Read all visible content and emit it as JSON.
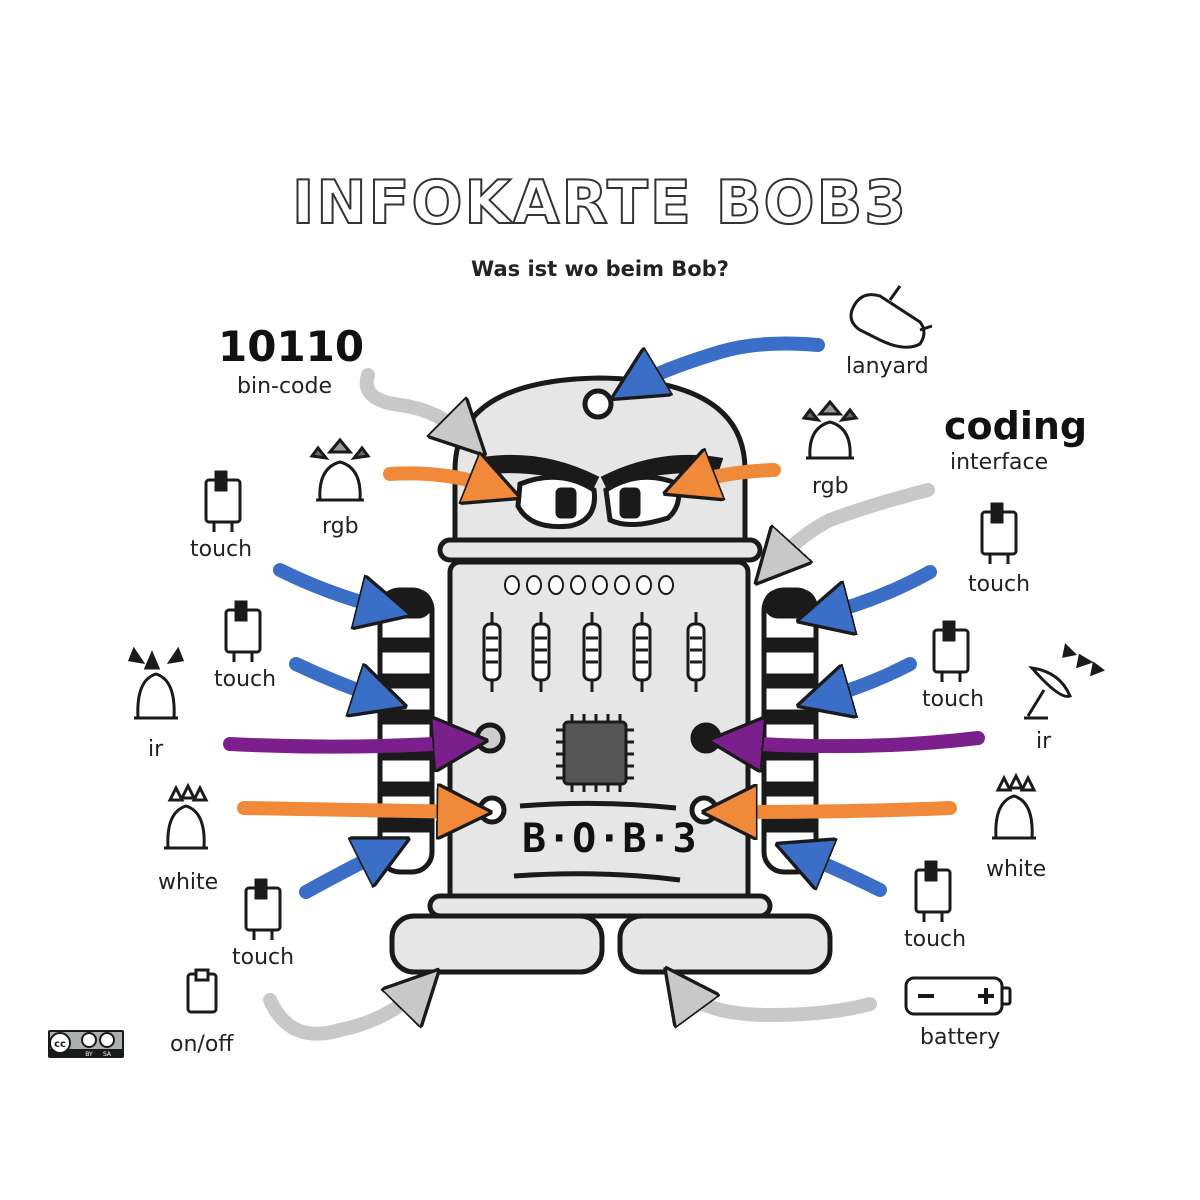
{
  "title": "INFOKARTE BOB3",
  "subtitle": "Was ist wo beim Bob?",
  "robot_label": "B·O·B·3",
  "labels": {
    "bin_code_value": "10110",
    "bin_code": "bin-code",
    "lanyard": "lanyard",
    "coding": "coding",
    "interface": "interface",
    "rgb_left": "rgb",
    "rgb_right": "rgb",
    "touch_left_1": "touch",
    "touch_left_2": "touch",
    "touch_left_3": "touch",
    "touch_right_1": "touch",
    "touch_right_2": "touch",
    "touch_right_3": "touch",
    "ir_left": "ir",
    "ir_right": "ir",
    "white_left": "white",
    "white_right": "white",
    "on_off": "on/off",
    "battery": "battery"
  },
  "license": {
    "cc": "cc",
    "by": "BY",
    "sa": "SA"
  },
  "colors": {
    "blue": "#3b6fc7",
    "orange": "#f08a3a",
    "purple": "#7b1f8c",
    "gray": "#c8c8c8",
    "robot_fill": "#e6e6e6",
    "outline": "#1a1a1a"
  }
}
